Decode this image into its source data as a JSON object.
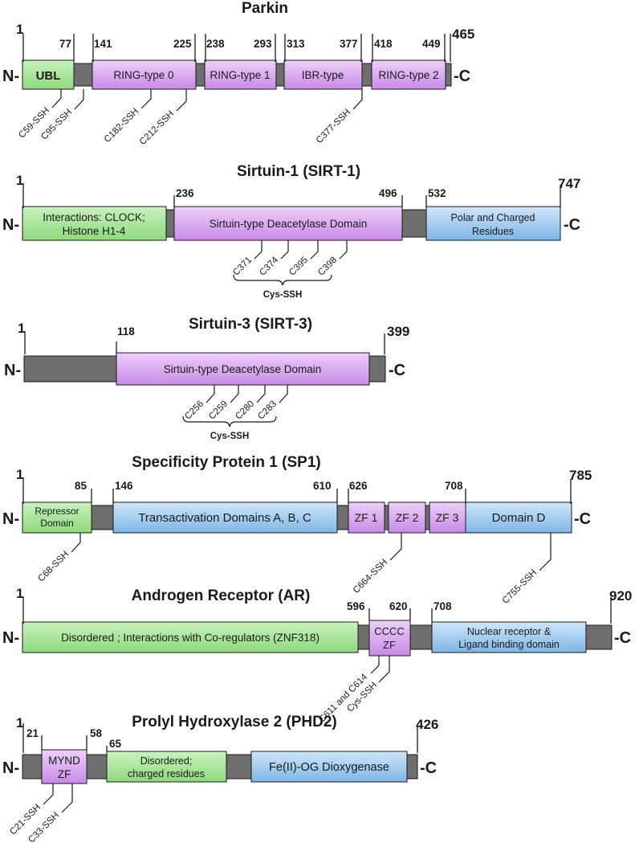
{
  "proteins": [
    {
      "title": "Parkin",
      "length_label": "465",
      "n_term": "N-",
      "c_term": "-C",
      "start_label": "1",
      "positions": [
        "77",
        "141",
        "225",
        "238",
        "293",
        "313",
        "377",
        "418",
        "449"
      ],
      "domains": [
        {
          "label": "UBL",
          "color": "green"
        },
        {
          "label": "RING-type 0",
          "color": "purple"
        },
        {
          "label": "RING-type 1",
          "color": "purple"
        },
        {
          "label": "IBR-type",
          "color": "purple"
        },
        {
          "label": "RING-type 2",
          "color": "purple"
        }
      ],
      "sites": [
        "C59-SSH",
        "C95-SSH",
        "C182-SSH",
        "C212-SSH",
        "C377-SSH"
      ]
    },
    {
      "title": "Sirtuin-1 (SIRT-1)",
      "length_label": "747",
      "n_term": "N-",
      "c_term": "-C",
      "start_label": "1",
      "positions": [
        "236",
        "496",
        "532"
      ],
      "domains": [
        {
          "label_lines": [
            "Interactions: CLOCK;",
            "Histone H1-4"
          ],
          "color": "green"
        },
        {
          "label": "Sirtuin-type Deacetylase Domain",
          "color": "purple"
        },
        {
          "label_lines": [
            "Polar and Charged",
            "Residues"
          ],
          "color": "blue"
        }
      ],
      "sites": [
        "C371",
        "C374",
        "C395",
        "C398"
      ],
      "site_group_label": "Cys-SSH"
    },
    {
      "title": "Sirtuin-3 (SIRT-3)",
      "length_label": "399",
      "n_term": "N-",
      "c_term": "-C",
      "start_label": "1",
      "positions": [
        "118"
      ],
      "domains": [
        {
          "label": "Sirtuin-type Deacetylase Domain",
          "color": "purple"
        }
      ],
      "sites": [
        "C256",
        "C259",
        "C280",
        "C283"
      ],
      "site_group_label": "Cys-SSH"
    },
    {
      "title": "Specificity Protein 1 (SP1)",
      "length_label": "785",
      "n_term": "N-",
      "c_term": "-C",
      "start_label": "1",
      "positions": [
        "85",
        "146",
        "610",
        "626",
        "708"
      ],
      "domains": [
        {
          "label_lines": [
            "Repressor",
            "Domain"
          ],
          "color": "green"
        },
        {
          "label": "Transactivation Domains A, B, C",
          "color": "blue"
        },
        {
          "label": "ZF 1",
          "color": "purple"
        },
        {
          "label": "ZF 2",
          "color": "purple"
        },
        {
          "label": "ZF 3",
          "color": "purple"
        },
        {
          "label": "Domain D",
          "color": "blue"
        }
      ],
      "sites": [
        "C68-SSH",
        "C664-SSH",
        "C755-SSH"
      ]
    },
    {
      "title": "Androgen Receptor (AR)",
      "length_label": "920",
      "n_term": "N-",
      "c_term": "-C",
      "start_label": "1",
      "positions": [
        "596",
        "620",
        "708"
      ],
      "domains": [
        {
          "label": "Disordered ; Interactions with Co-regulators (ZNF318)",
          "color": "green"
        },
        {
          "label_lines": [
            "CCCC",
            "ZF"
          ],
          "color": "purple"
        },
        {
          "label_lines": [
            "Nuclear receptor &",
            "Ligand binding domain"
          ],
          "color": "blue"
        }
      ],
      "sites": [
        "C611 and C614",
        "Cys-SSH"
      ]
    },
    {
      "title": "Prolyl Hydroxylase 2 (PHD2)",
      "length_label": "426",
      "n_term": "N-",
      "c_term": "-C",
      "start_label": "1",
      "positions": [
        "21",
        "58",
        "65"
      ],
      "domains": [
        {
          "label_lines": [
            "MYND",
            "ZF"
          ],
          "color": "purple"
        },
        {
          "label_lines": [
            "Disordered;",
            "charged residues"
          ],
          "color": "green"
        },
        {
          "label": "Fe(II)-OG Dioxygenase",
          "color": "blue"
        }
      ],
      "sites": [
        "C21-SSH",
        "C33-SSH"
      ]
    }
  ],
  "colors": {
    "green": "#a6e596",
    "purple": "#d9a8f0",
    "blue": "#9fcbee",
    "linker": "#6e6e6e",
    "text": "#1a1a1a"
  }
}
